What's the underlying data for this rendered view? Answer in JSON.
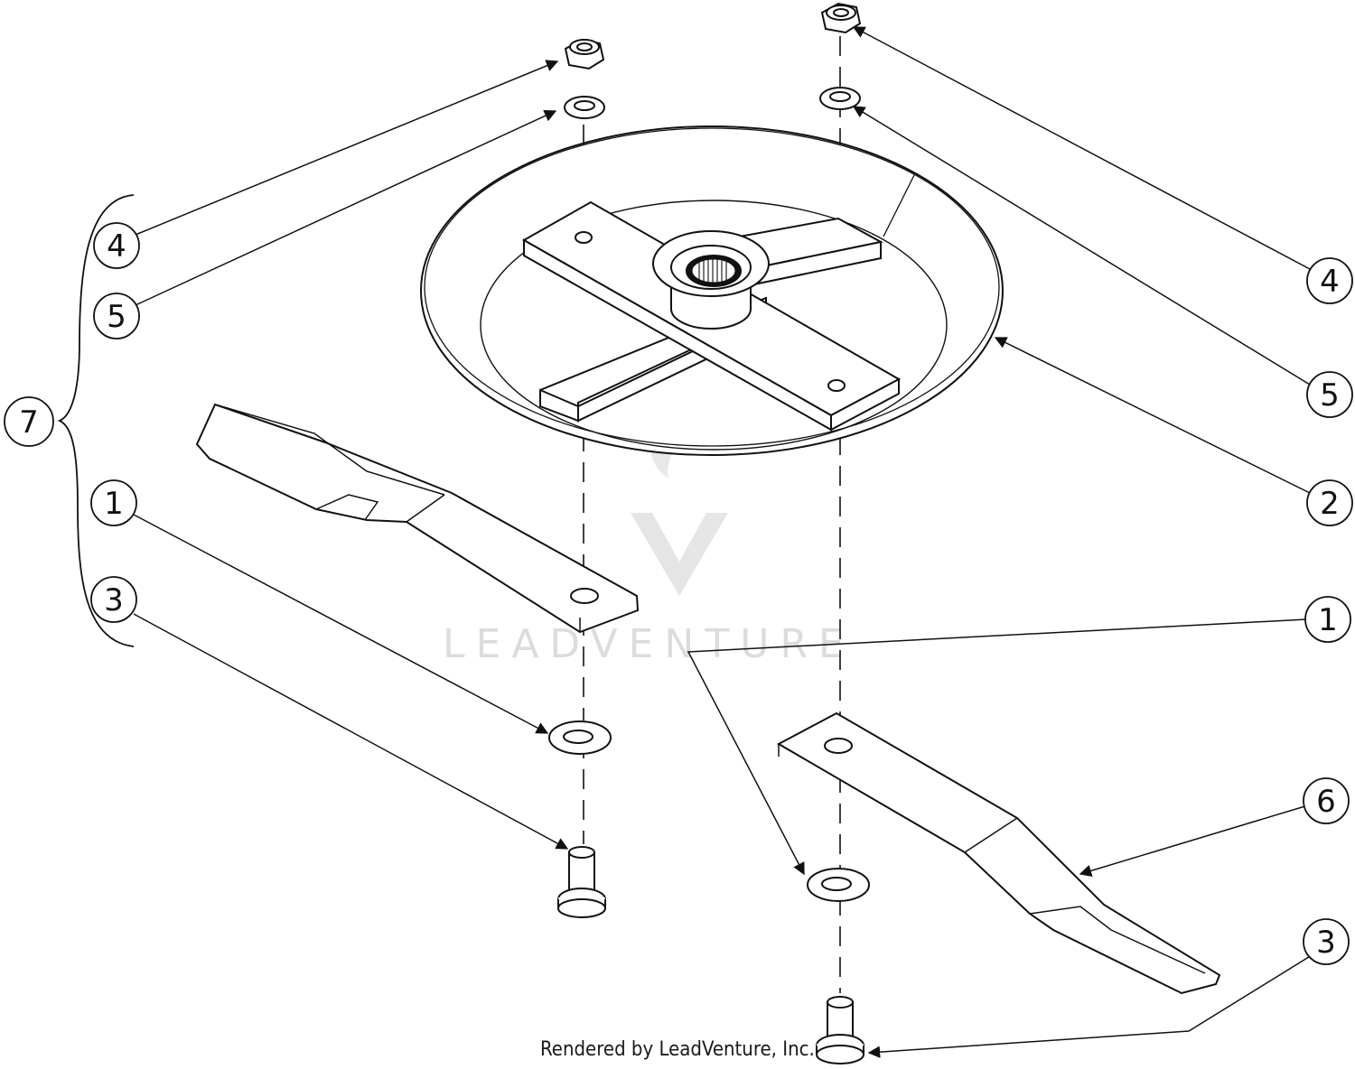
{
  "diagram": {
    "callouts": {
      "assembly": "7",
      "nut_left": "4",
      "washer_left": "5",
      "blade_left": "1",
      "bolt_left": "3",
      "nut_right": "4",
      "washer_right": "5",
      "blade_holder": "2",
      "blade_right_wash": "1",
      "blade_right": "6",
      "bolt_right": "3"
    },
    "watermark": "LEADVENTURE",
    "credit": "Rendered by LeadVenture, Inc."
  }
}
